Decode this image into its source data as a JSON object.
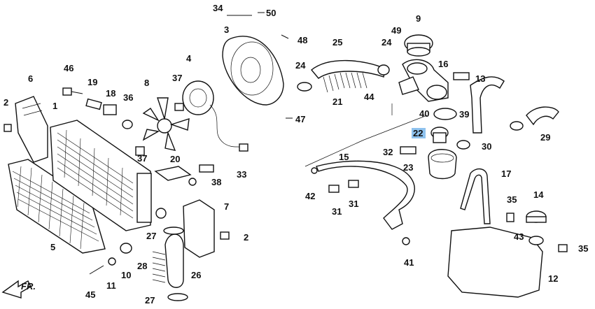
{
  "diagram": {
    "highlight_color": "#8fc3ef",
    "highlighted_label": "22",
    "direction_label": "FR.",
    "callouts": [
      "1",
      "2",
      "2",
      "3",
      "4",
      "5",
      "6",
      "7",
      "8",
      "9",
      "10",
      "11",
      "12",
      "13",
      "14",
      "15",
      "16",
      "17",
      "18",
      "19",
      "20",
      "21",
      "22",
      "23",
      "24",
      "24",
      "25",
      "26",
      "27",
      "27",
      "28",
      "29",
      "30",
      "31",
      "31",
      "32",
      "33",
      "34",
      "35",
      "35",
      "36",
      "37",
      "37",
      "38",
      "39",
      "40",
      "41",
      "42",
      "43",
      "44",
      "45",
      "46",
      "47",
      "48",
      "49",
      "50"
    ]
  }
}
